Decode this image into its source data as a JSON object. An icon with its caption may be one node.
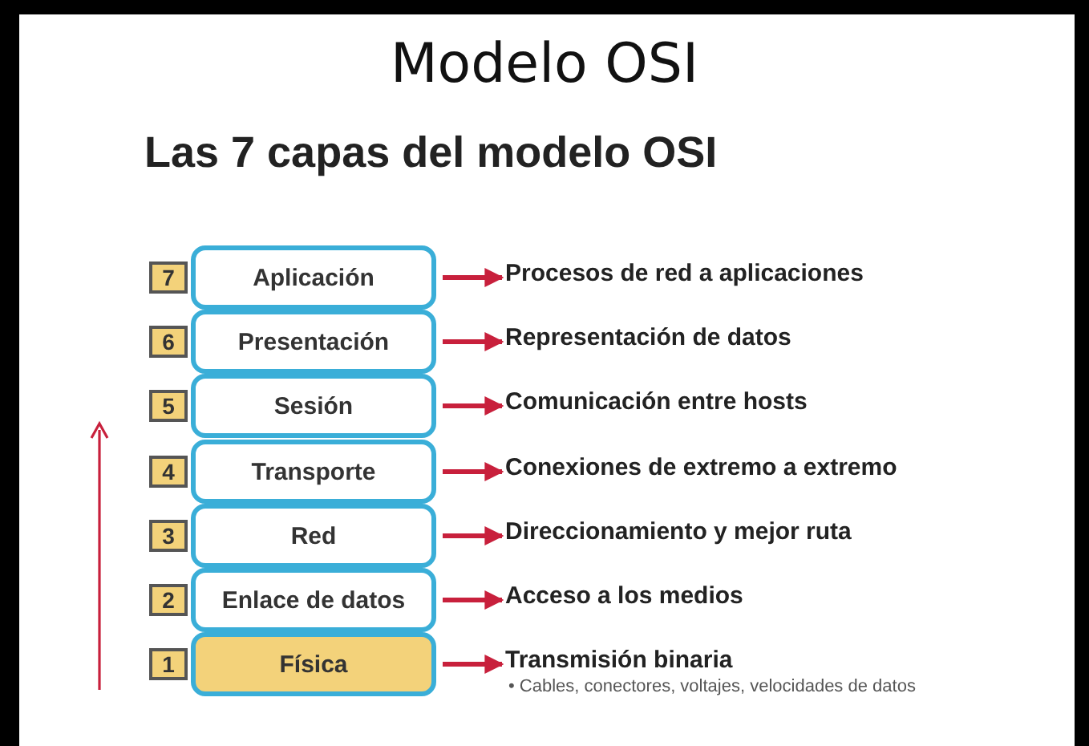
{
  "diagram": {
    "title": "Modelo OSI",
    "nodes": [
      {
        "text": [
          "7"
        ]
      },
      {
        "text": [
          "Aplicación"
        ]
      },
      {
        "text": [
          "Procesos de red a aplicaciones"
        ]
      },
      {
        "text": [
          "6"
        ]
      },
      {
        "text": [
          "Presentación"
        ]
      },
      {
        "text": [
          "Representación de datos"
        ]
      },
      {
        "text": [
          "5"
        ]
      },
      {
        "text": [
          "Sesión"
        ]
      },
      {
        "text": [
          "Comunicación entre hosts"
        ]
      },
      {
        "text": [
          "4"
        ]
      },
      {
        "text": [
          "Transporte"
        ]
      },
      {
        "text": [
          "Conexiones de extremo a extremo"
        ]
      },
      {
        "text": [
          "3"
        ]
      },
      {
        "text": [
          "Red"
        ]
      },
      {
        "text": [
          "Direccionamiento y mejor ruta"
        ]
      },
      {
        "text": [
          "2"
        ]
      },
      {
        "text": [
          "Enlace de datos"
        ]
      },
      {
        "text": [
          "Acceso a los medios"
        ]
      },
      {
        "text": [
          "1"
        ]
      },
      {
        "text": [
          "Física"
        ]
      },
      {
        "text": [
          "Transmisión binaria",
          "• Cables, conectores, voltajes, velocidades de datos"
        ]
      }
    ],
    "edges": [
      {
        "from": 1,
        "to": 2,
        "arrow": "to"
      },
      {
        "from": 4,
        "to": 5,
        "arrow": "to"
      },
      {
        "from": 7,
        "to": 8,
        "arrow": "to"
      },
      {
        "from": 10,
        "to": 11,
        "arrow": "to"
      },
      {
        "from": 13,
        "to": 14,
        "arrow": "to"
      },
      {
        "from": 16,
        "to": 17,
        "arrow": "to"
      },
      {
        "from": 19,
        "to": 20,
        "arrow": "to"
      }
    ],
    "labels": [
      "Las 7 capas del modelo OSI"
    ]
  }
}
